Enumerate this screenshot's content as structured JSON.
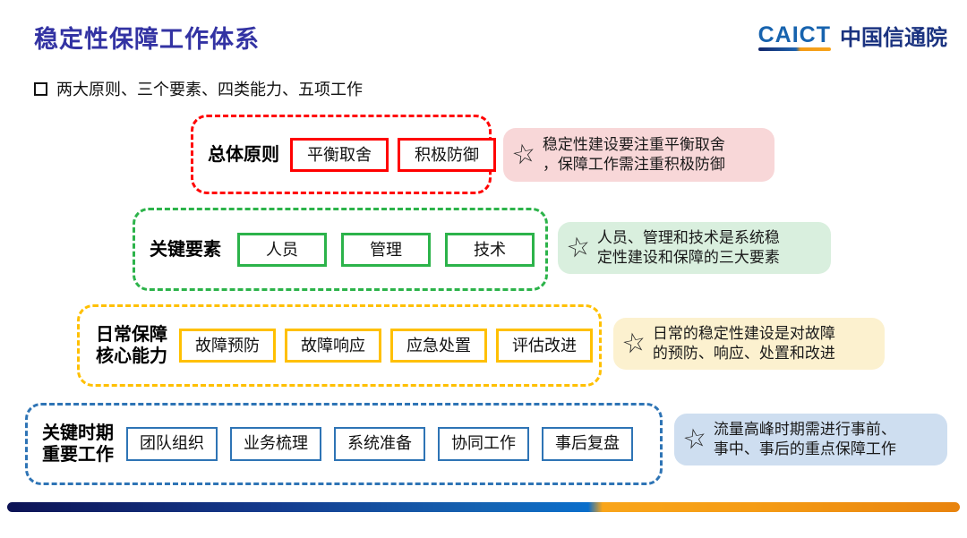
{
  "title": "稳定性保障工作体系",
  "logo": {
    "acronym": "CAICT",
    "name": "中国信通院"
  },
  "subtitle": "两大原则、三个要素、四类能力、五项工作",
  "star_icon": "☆",
  "rows": [
    {
      "label_lines": [
        "总体原则"
      ],
      "items": [
        "平衡取舍",
        "积极防御"
      ],
      "note_lines": [
        "稳定性建设要注重平衡取舍",
        "，保障工作需注重积极防御"
      ],
      "accent_color": "#FF0000",
      "note_bg_color": "#F8D7D8"
    },
    {
      "label_lines": [
        "关键要素"
      ],
      "items": [
        "人员",
        "管理",
        "技术"
      ],
      "note_lines": [
        "人员、管理和技术是系统稳",
        "定性建设和保障的三大要素"
      ],
      "accent_color": "#2CB34A",
      "note_bg_color": "#D9EFDE"
    },
    {
      "label_lines": [
        "日常保障",
        "核心能力"
      ],
      "items": [
        "故障预防",
        "故障响应",
        "应急处置",
        "评估改进"
      ],
      "note_lines": [
        "日常的稳定性建设是对故障",
        "的预防、响应、处置和改进"
      ],
      "accent_color": "#FFC000",
      "note_bg_color": "#FCF1CF"
    },
    {
      "label_lines": [
        "关键时期",
        "重要工作"
      ],
      "items": [
        "团队组织",
        "业务梳理",
        "系统准备",
        "协同工作",
        "事后复盘"
      ],
      "note_lines": [
        "流量高峰时期需进行事前、",
        "事中、事后的重点保障工作"
      ],
      "accent_color": "#2E74B5",
      "note_bg_color": "#CEDEF0"
    }
  ],
  "colors": {
    "title": "#3333A3",
    "logo_blue": "#1763AE",
    "logo_navy": "#1B3380",
    "footer_navy": "#0D1355",
    "footer_blue": "#0A6ECB",
    "footer_orange": "#F59C15"
  }
}
